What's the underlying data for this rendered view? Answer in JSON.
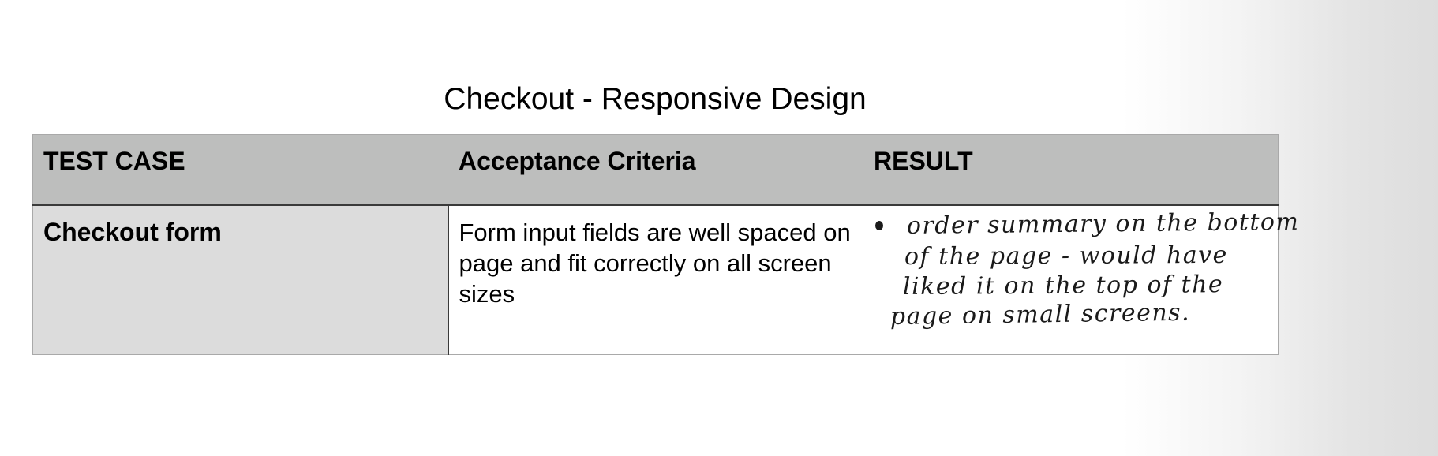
{
  "document": {
    "title": "Checkout - Responsive Design"
  },
  "table": {
    "headers": {
      "test_case": "TEST CASE",
      "acceptance": "Acceptance Criteria",
      "result": "RESULT"
    },
    "rows": [
      {
        "test_case": "Checkout form",
        "acceptance": "Form input fields are well spaced on page and fit correctly on all screen sizes",
        "result_lines": [
          "order summary on the bottom",
          "of the page - would have",
          "liked it on the top of the",
          "page on small screens."
        ]
      }
    ]
  },
  "colors": {
    "header_bg": "#bdbebd",
    "first_column_bg": "#dcdcdc",
    "border": "#a9a9a9"
  }
}
